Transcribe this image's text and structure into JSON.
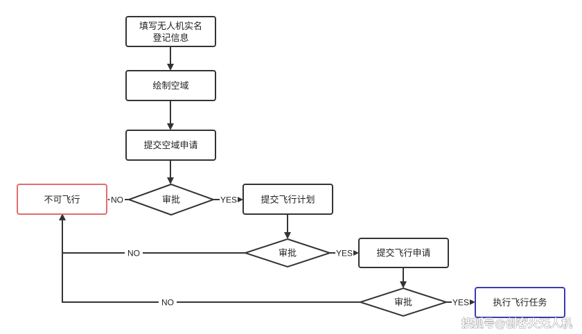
{
  "nodes": {
    "fill_info": {
      "line1": "填写无人机实名",
      "line2": "登记信息"
    },
    "draw_airspace": "绘制空域",
    "submit_airspace": "提交空域申请",
    "review1": "审批",
    "no_flight": "不可飞行",
    "submit_plan": "提交飞行计划",
    "review2": "审批",
    "submit_flight": "提交飞行申请",
    "review3": "审批",
    "execute_task": "执行飞行任务"
  },
  "edge_labels": {
    "no1": "NO",
    "yes1": "YES",
    "no2": "NO",
    "yes2": "YES",
    "no3": "NO",
    "yes3": "YES"
  },
  "watermark": "搜狐号@创客火无人机",
  "colors": {
    "stroke": "#333333",
    "reject_border": "#e06c6c",
    "final_border": "#3a3ab0"
  }
}
